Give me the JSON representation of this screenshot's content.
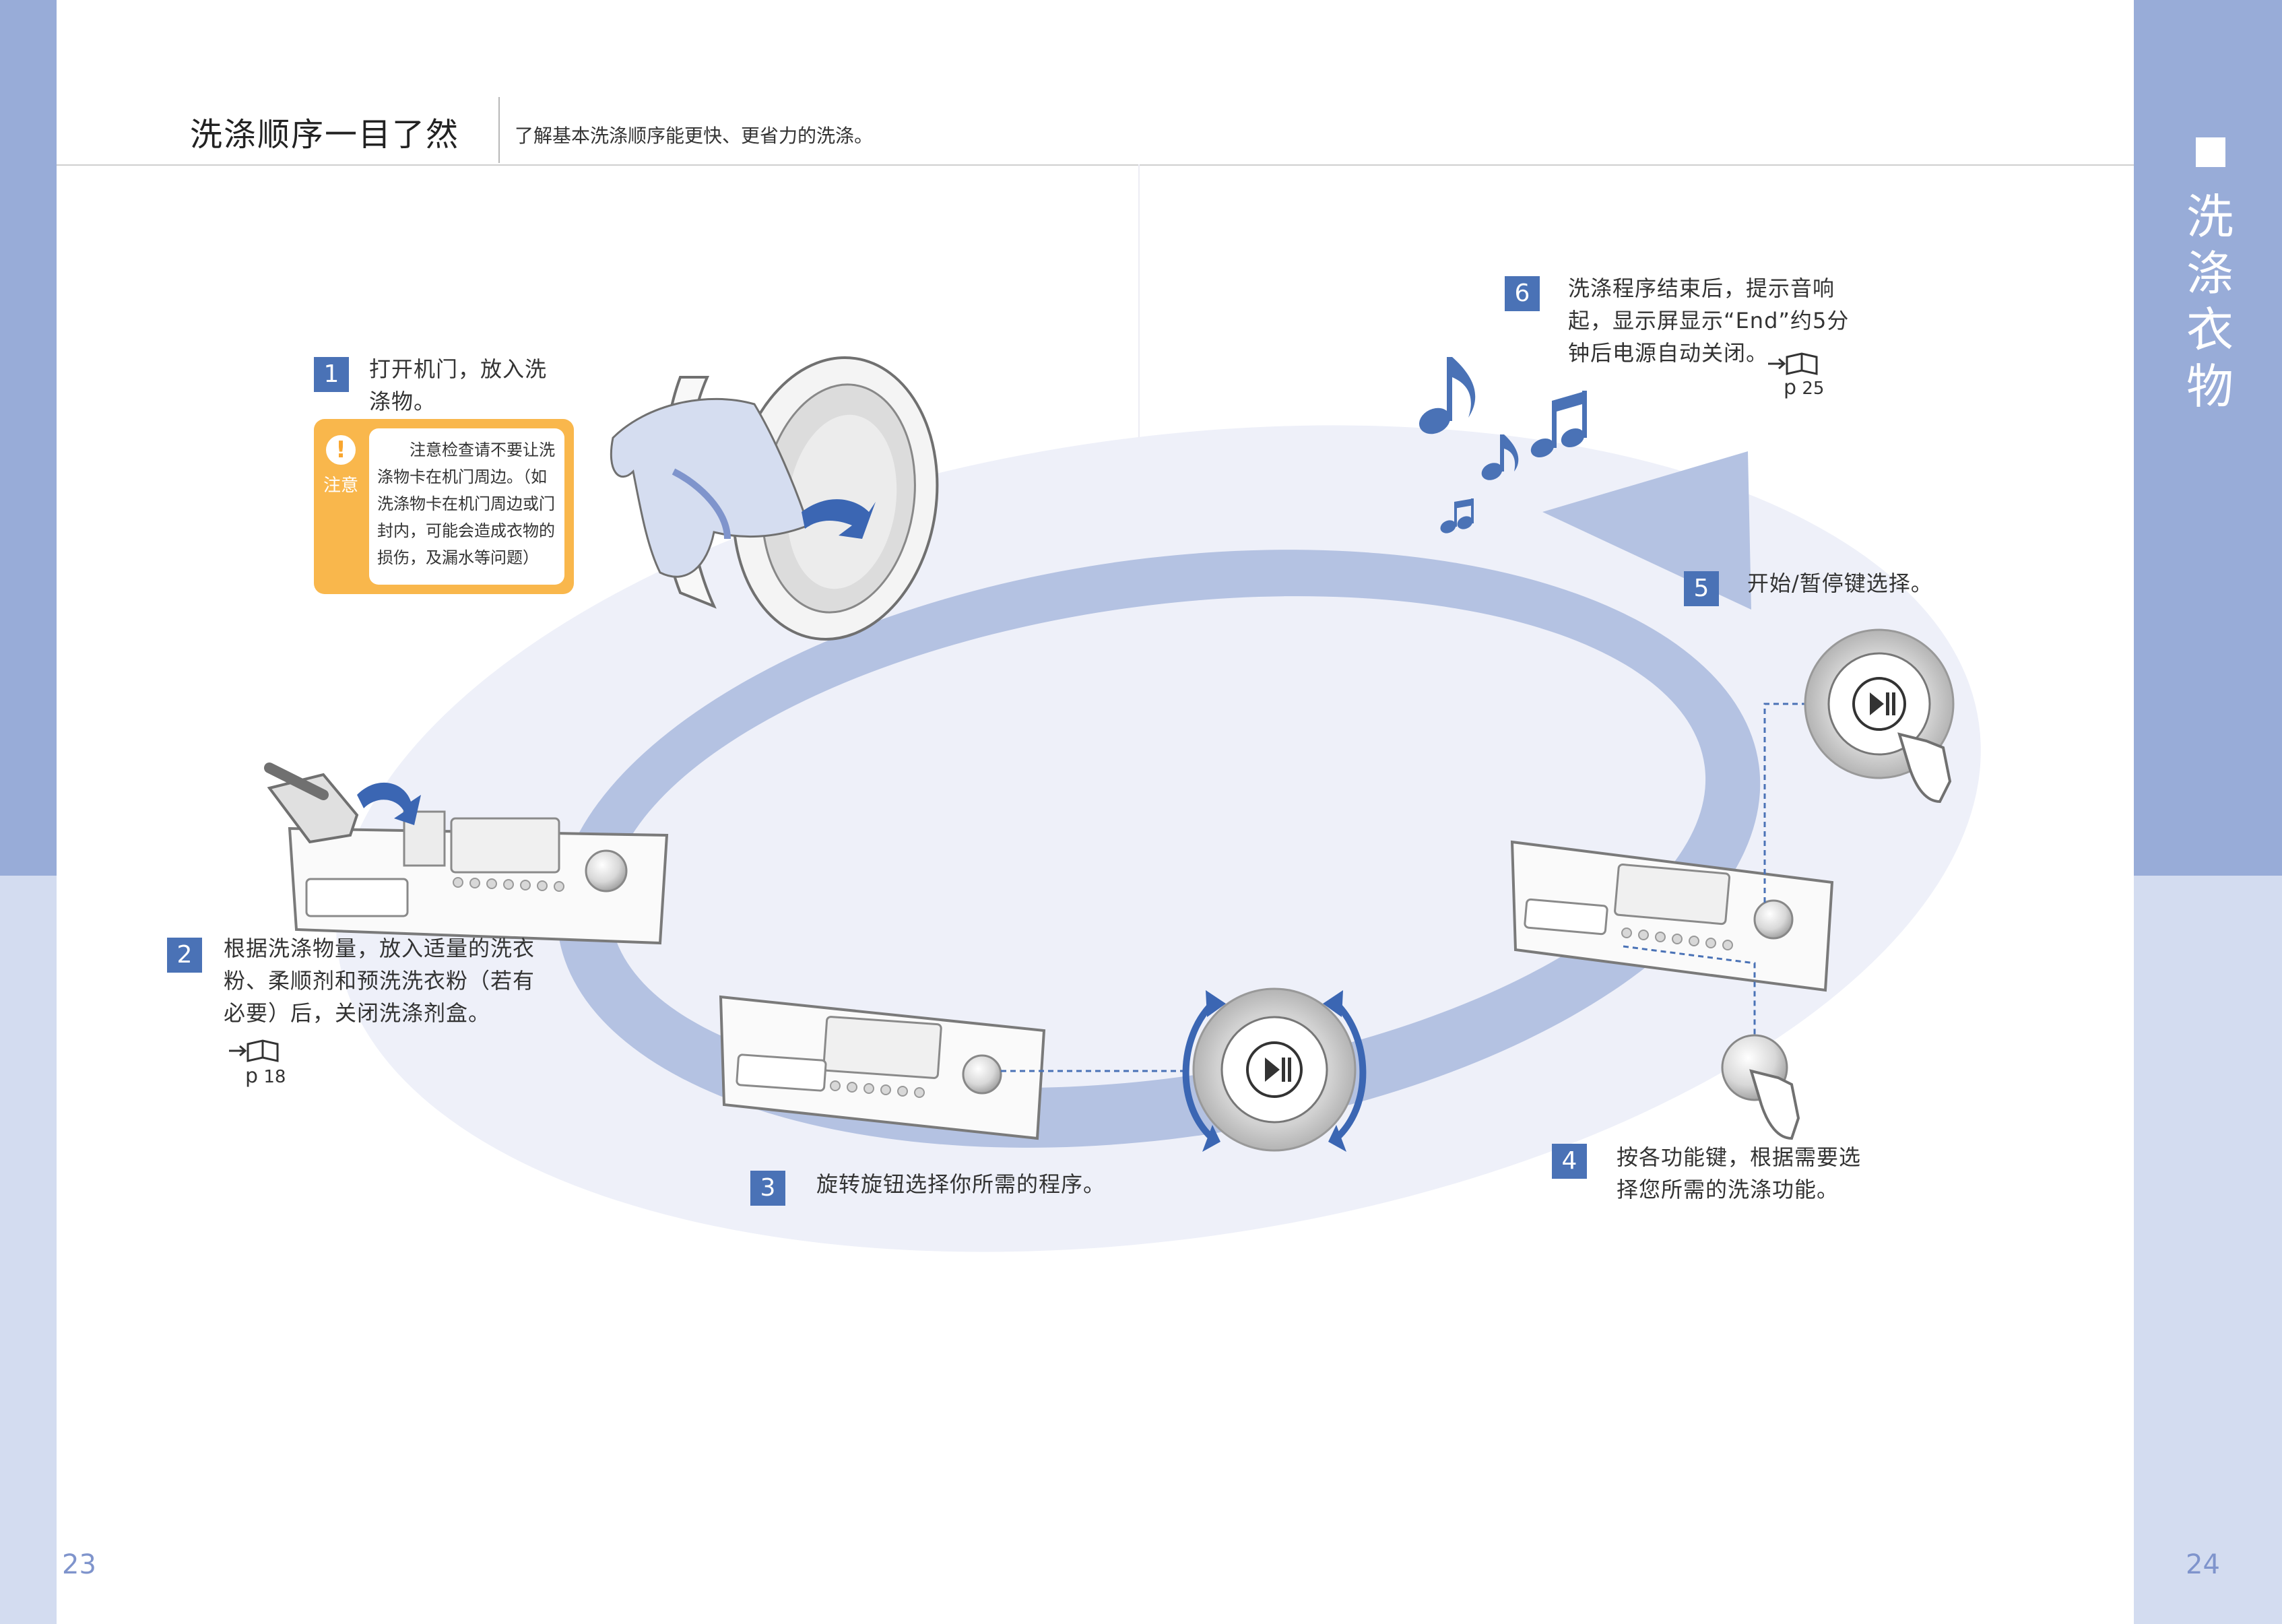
{
  "header": {
    "title": "洗涤顺序一目了然",
    "subtitle": "了解基本洗涤顺序能更快、更省力的洗涤。"
  },
  "side_tab": {
    "chars": [
      "洗",
      "涤",
      "衣",
      "物"
    ]
  },
  "steps": [
    {
      "num": "1",
      "lines": [
        "打开机门，放入洗",
        "涤物。"
      ]
    },
    {
      "num": "2",
      "lines": [
        "根据洗涤物量，放入适量的洗衣",
        "粉、柔顺剂和预洗洗衣粉（若有",
        "必要）后，关闭洗涤剂盒。"
      ],
      "ref": {
        "p": "p",
        "page": "18"
      }
    },
    {
      "num": "3",
      "lines": [
        "旋转旋钮选择你所需的程序。"
      ]
    },
    {
      "num": "4",
      "lines": [
        "按各功能键，根据需要选",
        "择您所需的洗涤功能。"
      ]
    },
    {
      "num": "5",
      "lines": [
        "开始/暂停键选择。"
      ]
    },
    {
      "num": "6",
      "lines": [
        "洗涤程序结束后，提示音响",
        "起，显示屏显示“End”约5分",
        "钟后电源自动关闭。"
      ],
      "ref": {
        "p": "p",
        "page": "25"
      }
    }
  ],
  "caution": {
    "label": "注意",
    "lines": [
      "注意检查请不要让洗",
      "涤物卡在机门周边。（如",
      "洗涤物卡在机门周边或门",
      "封内，可能会造成衣物的",
      "损伤，及漏水等问题）"
    ]
  },
  "pages": {
    "left": "23",
    "right": "24"
  },
  "colors": {
    "accent": "#4a72b6",
    "sidebar": "#98acd8",
    "sidebar_light": "#d3dcf0",
    "ellipse": "#eef0f9",
    "flow_arrow": "#b4c2e2",
    "caution": "#f9b74c"
  },
  "icons": [
    "play-pause-icon",
    "music-note-icon",
    "book-ref-icon",
    "caution-icon",
    "rotate-arrow-icon",
    "finger-press-icon"
  ]
}
